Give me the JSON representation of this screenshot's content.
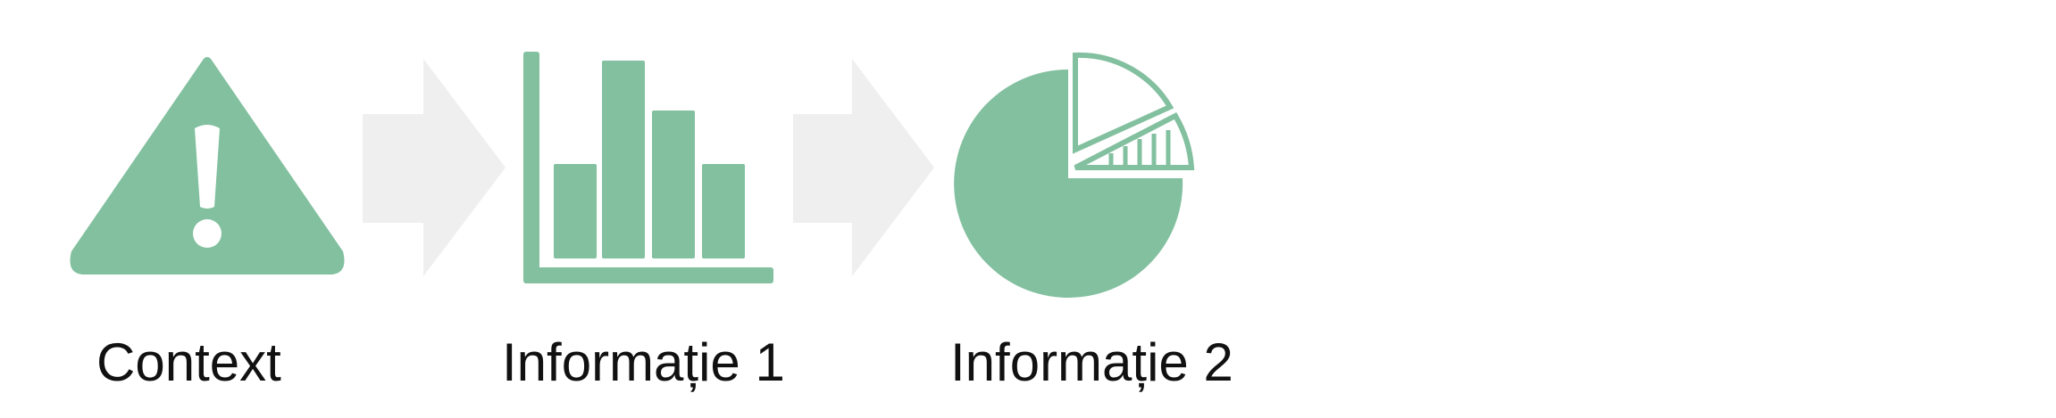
{
  "colors": {
    "icon_fill": "#82c09f",
    "arrow_fill": "#efefef",
    "background": "#ffffff",
    "text": "#111111"
  },
  "steps": [
    {
      "label": "Context",
      "icon": "warning-triangle-icon"
    },
    {
      "label": "Informație 1",
      "icon": "bar-chart-icon"
    },
    {
      "label": "Informație 2",
      "icon": "pie-chart-icon"
    }
  ],
  "connectors": [
    "arrow-right-icon",
    "arrow-right-icon"
  ]
}
